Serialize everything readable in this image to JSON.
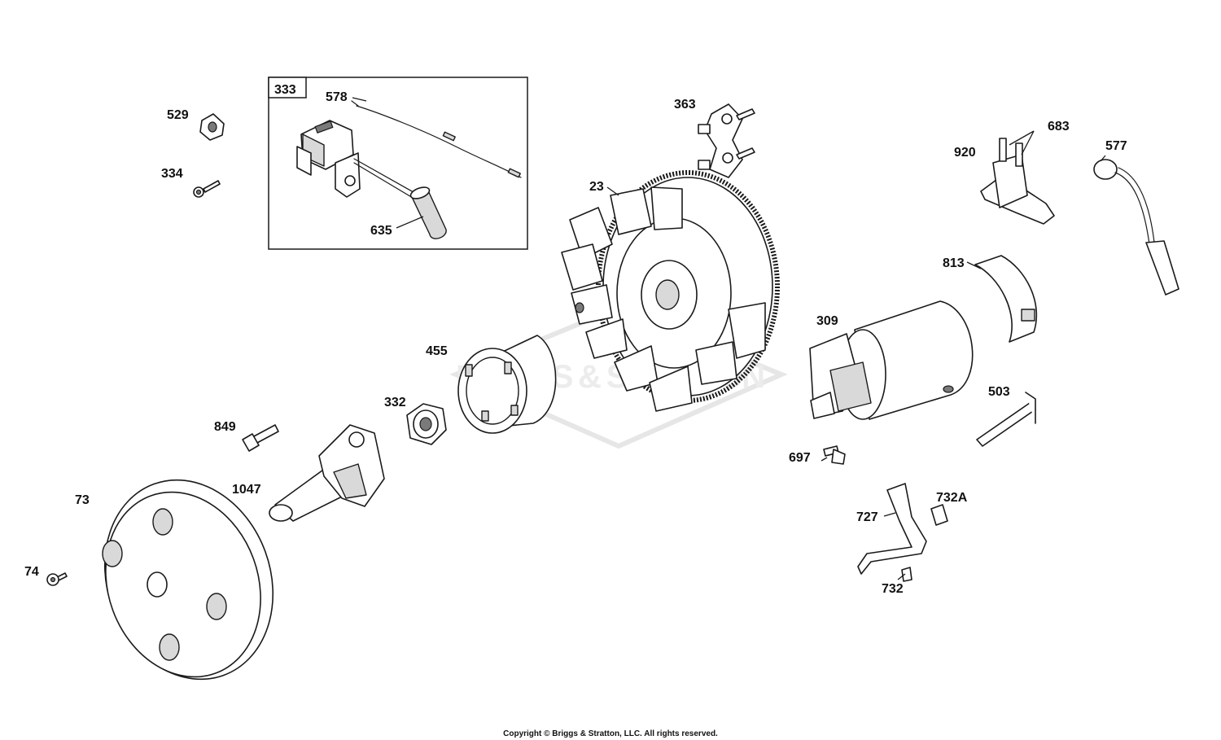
{
  "labels": {
    "l23": "23",
    "l73": "73",
    "l74": "74",
    "l309": "309",
    "l332": "332",
    "l333": "333",
    "l334": "334",
    "l363": "363",
    "l455": "455",
    "l503": "503",
    "l529": "529",
    "l577": "577",
    "l578": "578",
    "l635": "635",
    "l683": "683",
    "l697": "697",
    "l727": "727",
    "l732": "732",
    "l732a": "732A",
    "l813": "813",
    "l849": "849",
    "l920": "920",
    "l1047": "1047"
  },
  "watermark": "BRIGGS & STRATTON",
  "copyright": "Copyright © Briggs & Stratton, LLC. All rights reserved.",
  "colors": {
    "line": "#1a1a1a",
    "shade": "#d9d9d9",
    "watermark": "#e6e6e6"
  }
}
